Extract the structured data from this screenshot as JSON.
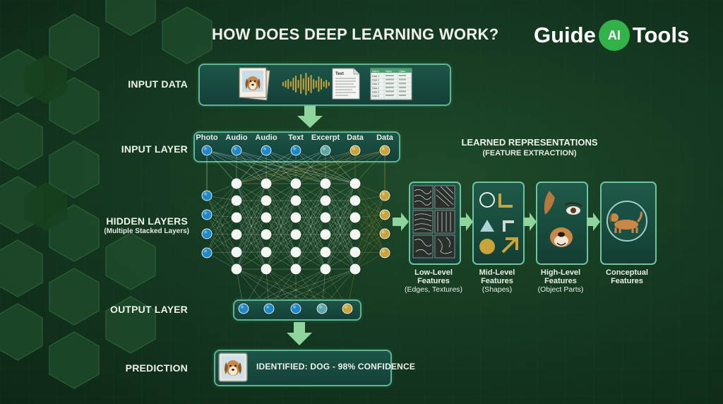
{
  "title": "HOW DOES DEEP LEARNING WORK?",
  "brand": {
    "left": "Guide",
    "badge": "AI",
    "right": "Tools"
  },
  "labels": {
    "input_data": "INPUT DATA",
    "input_layer": "INPUT LAYER",
    "hidden_layers": "HIDDEN LAYERS",
    "hidden_sub": "(Multiple Stacked Layers)",
    "output_layer": "OUTPUT LAYER",
    "prediction": "PREDICTION"
  },
  "input_data": {
    "doc_title": "Text",
    "table_header": [
      "Name",
      "Value",
      "Class"
    ],
    "table_first_col": [
      "Data 1",
      "Data 2",
      "Data 3",
      "Data 4",
      "Data 5",
      "Data 6"
    ]
  },
  "input_captions": [
    "Photo",
    "Audio",
    "Audio",
    "Text",
    "Excerpt",
    "Data",
    "Data"
  ],
  "learned": {
    "title": "LEARNED REPRESENTATIONS",
    "subtitle": "(FEATURE EXTRACTION)"
  },
  "features": [
    {
      "line1": "Low-Level",
      "line2": "Features",
      "line3": "(Edges, Textures)"
    },
    {
      "line1": "Mid-Level",
      "line2": "Features",
      "line3": "(Shapes)"
    },
    {
      "line1": "High-Level",
      "line2": "Features",
      "line3": "(Object Parts)"
    },
    {
      "line1": "Conceptual",
      "line2": "Features",
      "line3": ""
    }
  ],
  "prediction_text": "IDENTIFIED: DOG - 98% CONFIDENCE",
  "colors": {
    "blue_node": "#1e88c8",
    "teal_node": "#5ba7a8",
    "gold_node": "#c9a43a",
    "panel_border": "#5fb592",
    "accent_green": "#33b249"
  },
  "icons": [
    "dog-photo-icon",
    "audio-waveform-icon",
    "text-document-icon",
    "data-table-icon",
    "down-arrow-icon",
    "right-arrow-icon",
    "dog-icon"
  ]
}
